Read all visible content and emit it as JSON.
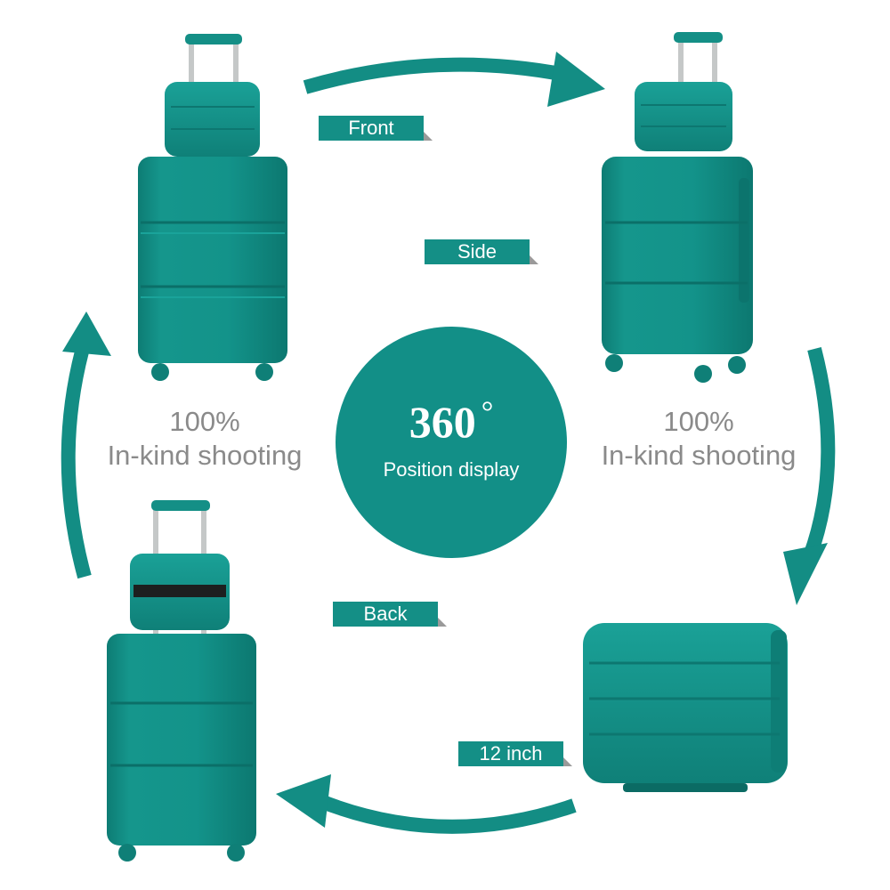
{
  "labels": {
    "front": "Front",
    "side": "Side",
    "back": "Back",
    "size": "12 inch"
  },
  "left_text": {
    "line1": "100%",
    "line2": "In-kind shooting"
  },
  "right_text": {
    "line1": "100%",
    "line2": "In-kind shooting"
  },
  "center": {
    "degree": "360",
    "degree_symbol": "°",
    "subtitle": "Position display"
  },
  "colors": {
    "teal": "#148f86",
    "teal_dark": "#0e7a72",
    "text_gray": "#8a8a8a",
    "handle": "#b9bcbc"
  }
}
